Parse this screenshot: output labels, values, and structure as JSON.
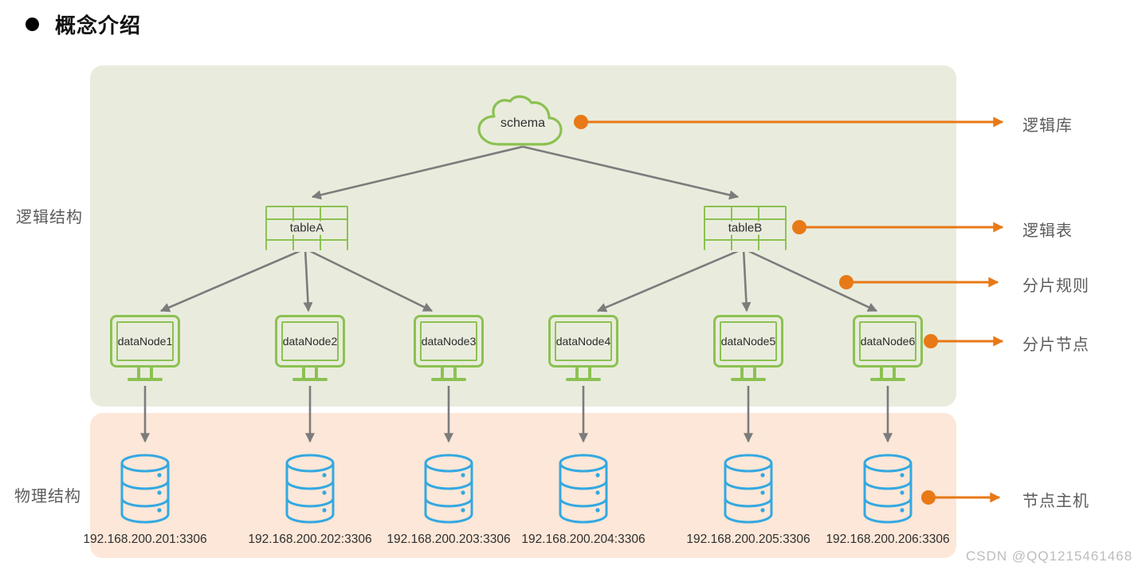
{
  "title": "概念介绍",
  "sections": {
    "logical": "逻辑结构",
    "physical": "物理结构"
  },
  "schema": {
    "label": "schema"
  },
  "tables": [
    {
      "label": "tableA"
    },
    {
      "label": "tableB"
    }
  ],
  "datanodes": [
    "dataNode1",
    "dataNode2",
    "dataNode3",
    "dataNode4",
    "dataNode5",
    "dataNode6"
  ],
  "hosts": [
    "192.168.200.201:3306",
    "192.168.200.202:3306",
    "192.168.200.203:3306",
    "192.168.200.204:3306",
    "192.168.200.205:3306",
    "192.168.200.206:3306"
  ],
  "annotations": [
    "逻辑库",
    "逻辑表",
    "分片规则",
    "分片节点",
    "节点主机"
  ],
  "watermark": "CSDN @QQ1215461468",
  "colors": {
    "accent_orange": "#e87917",
    "node_green": "#8cc152",
    "db_blue": "#34a8e0",
    "panel_green": "#e9ecdd",
    "panel_peach": "#fce7d8",
    "arrow_gray": "#7c7c7c"
  }
}
